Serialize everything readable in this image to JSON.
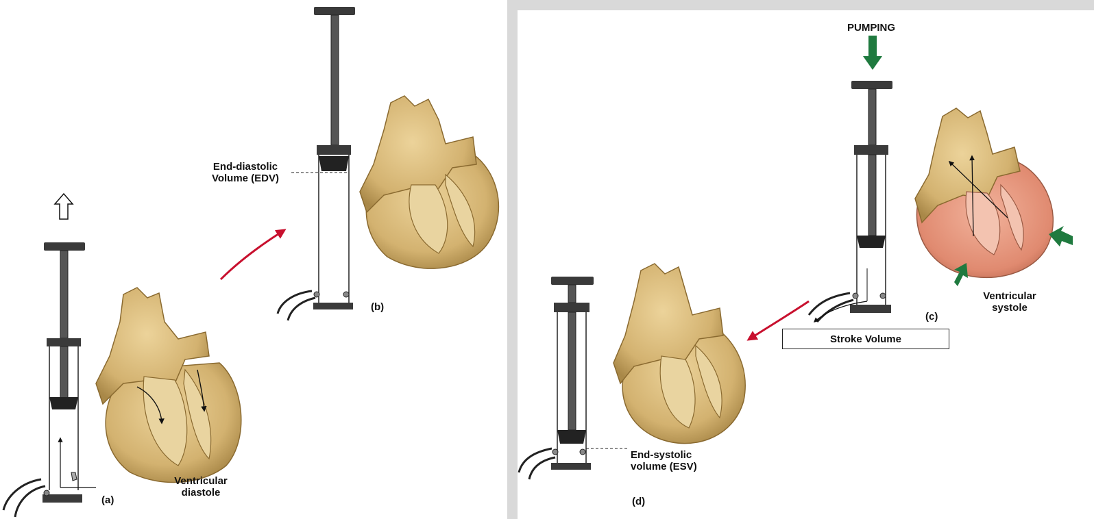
{
  "labels": {
    "edv": "End-diastolic\nVolume (EDV)",
    "esv": "End-systolic\nvolume (ESV)",
    "pumping": "PUMPING",
    "stroke_volume": "Stroke Volume",
    "ventricular_diastole": "Ventricular\ndiastole",
    "ventricular_systole": "Ventricular\nsystole",
    "panel_a": "(a)",
    "panel_b": "(b)",
    "panel_c": "(c)",
    "panel_d": "(d)"
  },
  "colors": {
    "background": "#d9d9d9",
    "panel": "#ffffff",
    "heart_tan": "#d8b978",
    "heart_tan_dark": "#a98848",
    "heart_inner": "#e9d4a0",
    "heart_systole": "#e58f76",
    "pump_arrow_green": "#1f7a3f",
    "transition_arrow_red": "#c8102e",
    "syringe_metal": "#3a3a3a"
  }
}
